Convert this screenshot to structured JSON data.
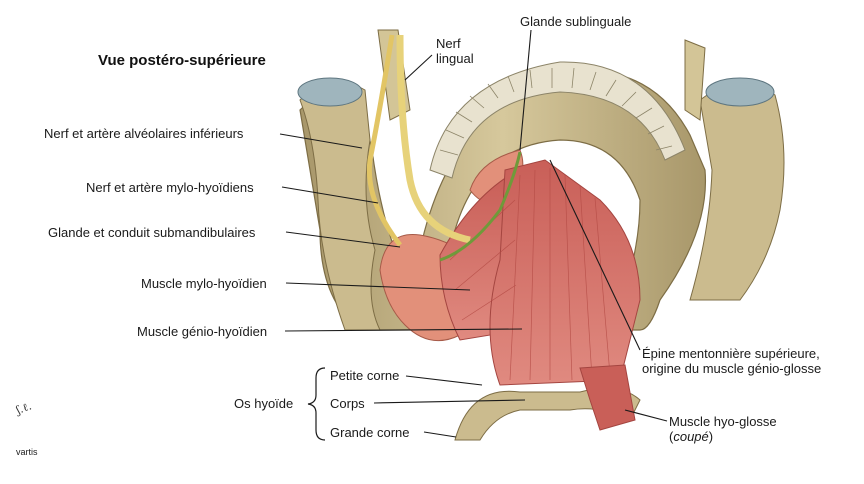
{
  "title": "Vue postéro-supérieure",
  "labels": {
    "glande_sublinguale": "Glande sublinguale",
    "nerf_lingual_1": "Nerf",
    "nerf_lingual_2": "lingual",
    "nerf_arteres_alveolaires": "Nerf et artère alvéolaires inférieurs",
    "nerf_arteres_mylo": "Nerf et artère mylo-hyoïdiens",
    "glande_submandibulaire": "Glande et conduit submandibulaires",
    "muscle_mylo": "Muscle mylo-hyoïdien",
    "muscle_genio": "Muscle génio-hyoïdien",
    "epine_1": "Épine mentonnière supérieure,",
    "epine_2": "origine du muscle génio-glosse",
    "os_hyoide": "Os hyoïde",
    "petite_corne": "Petite corne",
    "corps": "Corps",
    "grande_corne": "Grande corne",
    "hyo_glosse_1": "Muscle hyo-glosse",
    "hyo_glosse_2": "(coupé)"
  },
  "credit": "vartis",
  "colors": {
    "bone": "#c9b98c",
    "bone_shadow": "#8f7f55",
    "cartilage": "#9fb5bd",
    "muscle": "#d9736b",
    "muscle_dark": "#b84f48",
    "gland": "#e2907a",
    "nerve_yellow": "#e7d27a",
    "nerve_green": "#6f9a3a",
    "tooth": "#e8e2cf"
  }
}
